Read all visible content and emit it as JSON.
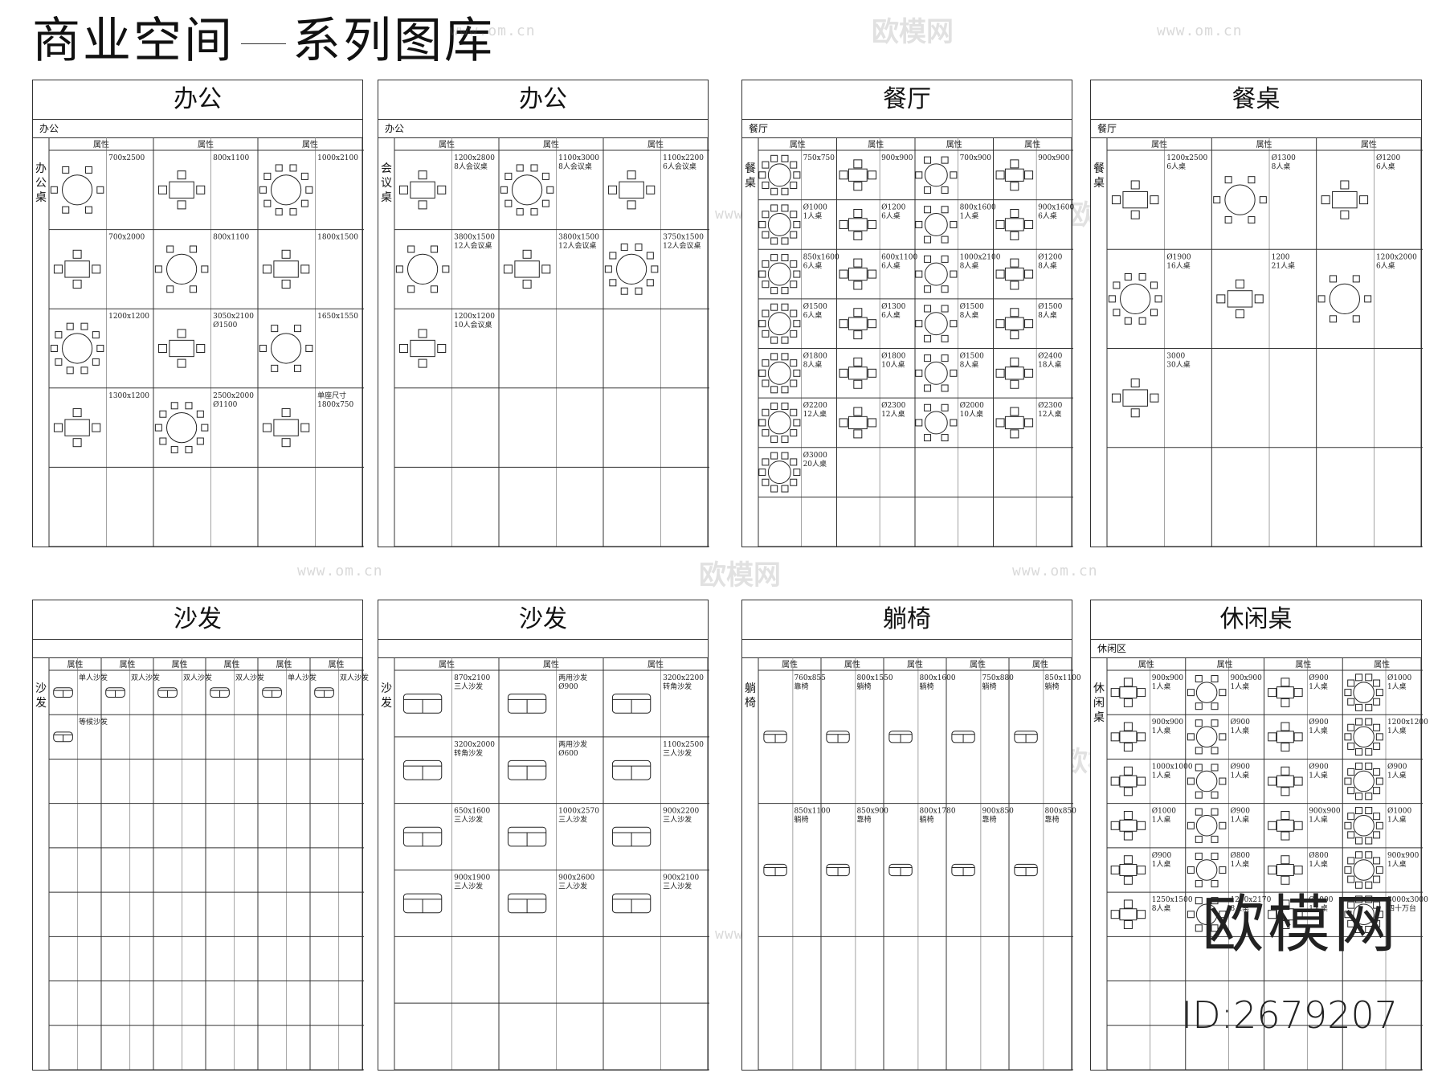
{
  "page": {
    "title_left": "商业空间",
    "title_right": "系列图库"
  },
  "watermark": {
    "brand": "欧模网",
    "url": "www.om.cn",
    "id": "ID:2679207"
  },
  "panels": [
    {
      "title": "办公",
      "subtitle": "办公",
      "side_label": "办公桌",
      "header": [
        "属性",
        "属性",
        "属性"
      ],
      "cells": [
        "700x2500",
        "800x1100",
        "1000x2100",
        "700x2000",
        "800x1100",
        "1800x1500",
        "1200x1200",
        "3050x2100 Ø1500",
        "1650x1550",
        "1300x1200",
        "2500x2000 Ø1100",
        "单座尺寸 1800x750"
      ]
    },
    {
      "title": "办公",
      "subtitle": "办公",
      "side_label": "会议桌",
      "header": [
        "属性",
        "属性",
        "属性"
      ],
      "cells": [
        "1200x2800 8人会议桌",
        "1100x3000 8人会议桌",
        "1100x2200 6人会议桌",
        "3800x1500 12人会议桌",
        "3800x1500 12人会议桌",
        "3750x1500 12人会议桌",
        "1200x1200 10人会议桌"
      ]
    },
    {
      "title": "餐厅",
      "subtitle": "餐厅",
      "side_label": "餐桌",
      "header": [
        "属性",
        "属性",
        "属性",
        "属性"
      ],
      "cells": [
        "750x750",
        "900x900",
        "700x900",
        "900x900",
        "Ø1000 1人桌",
        "Ø1200 6人桌",
        "800x1600 1人桌",
        "900x1600 6人桌",
        "850x1600 6人桌",
        "600x1100 6人桌",
        "1000x2100 8人桌",
        "Ø1200 8人桌",
        "Ø1500 6人桌",
        "Ø1300 6人桌",
        "Ø1500 8人桌",
        "Ø1500 8人桌",
        "Ø1800 8人桌",
        "Ø1800 10人桌",
        "Ø1500 8人桌",
        "Ø2400 18人桌",
        "Ø2200 12人桌",
        "Ø2300 12人桌",
        "Ø2000 10人桌",
        "Ø2300 12人桌",
        "Ø3000 20人桌"
      ]
    },
    {
      "title": "餐桌",
      "subtitle": "餐厅",
      "side_label": "餐桌",
      "header": [
        "属性",
        "属性",
        "属性"
      ],
      "cells": [
        "1200x2500 6人桌",
        "Ø1300 8人桌",
        "Ø1200 6人桌",
        "Ø1900 16人桌",
        "1200 21人桌",
        "1200x2000 6人桌",
        "3000 30人桌"
      ]
    },
    {
      "title": "沙发",
      "subtitle": "",
      "side_label": "沙发",
      "header": [
        "属性",
        "属性",
        "属性",
        "属性",
        "属性",
        "属性"
      ],
      "cells": [
        "单人沙发",
        "双人沙发",
        "双人沙发",
        "双人沙发",
        "单人沙发",
        "双人沙发",
        "等候沙发"
      ]
    },
    {
      "title": "沙发",
      "subtitle": "",
      "side_label": "沙发",
      "header": [
        "属性",
        "属性",
        "属性"
      ],
      "cells": [
        "870x2100 三人沙发",
        "两用沙发 Ø900",
        "3200x2200 转角沙发",
        "3200x2000 转角沙发",
        "两用沙发 Ø600",
        "1100x2500 三人沙发",
        "650x1600 三人沙发",
        "1000x2570 三人沙发",
        "900x2200 三人沙发",
        "900x1900 三人沙发",
        "900x2600 三人沙发",
        "900x2100 三人沙发"
      ]
    },
    {
      "title": "躺椅",
      "subtitle": "",
      "side_label": "躺椅",
      "header": [
        "属性",
        "属性",
        "属性",
        "属性",
        "属性"
      ],
      "cells": [
        "760x855 靠椅",
        "800x1550 躺椅",
        "800x1600 躺椅",
        "750x880 躺椅",
        "850x1100 躺椅",
        "850x1100 躺椅",
        "850x900 靠椅",
        "800x1780 躺椅",
        "900x850 靠椅",
        "800x850 靠椅"
      ]
    },
    {
      "title": "休闲桌",
      "subtitle": "休闲区",
      "side_label": "休闲桌",
      "header": [
        "属性",
        "属性",
        "属性",
        "属性"
      ],
      "cells": [
        "900x900 1人桌",
        "900x900 1人桌",
        "Ø900 1人桌",
        "Ø1000 1人桌",
        "900x900 1人桌",
        "Ø900 1人桌",
        "Ø900 1人桌",
        "1200x1200 1人桌",
        "1000x1000 1人桌",
        "Ø900 1人桌",
        "Ø900 1人桌",
        "Ø900 1人桌",
        "Ø1000 1人桌",
        "Ø900 1人桌",
        "900x900 1人桌",
        "Ø1000 1人桌",
        "Ø900 1人桌",
        "Ø800 1人桌",
        "Ø800 1人桌",
        "900x900 1人桌",
        "1250x1500 8人桌",
        "1200x2170 8人桌",
        "Ø1000 1人桌",
        "3000x3000 四十万台"
      ]
    }
  ]
}
